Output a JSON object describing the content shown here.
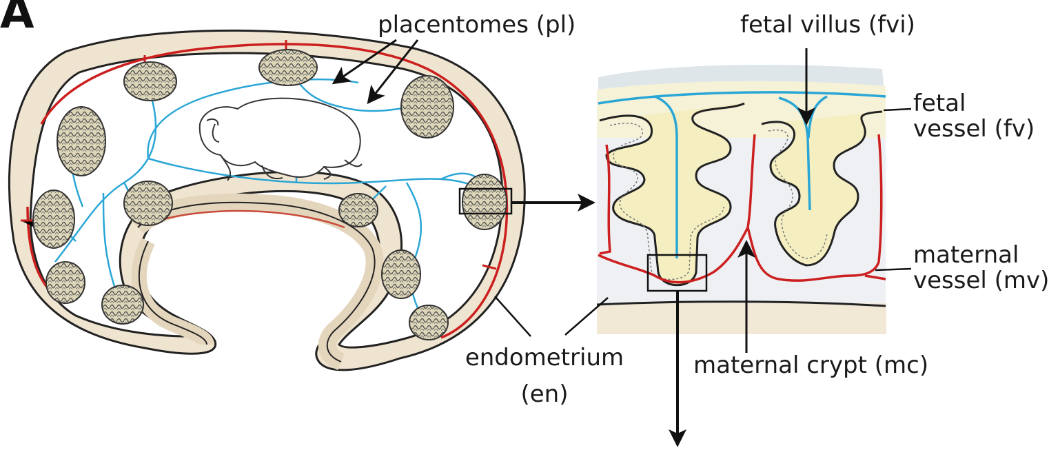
{
  "panel_label": "A",
  "labels": {
    "placentomes": "placentomes (pl)",
    "fetal_villus": "fetal villus (fvi)",
    "fetal_vessel_line1": "fetal",
    "fetal_vessel_line2": "vessel (fv)",
    "maternal_vessel_line1": "maternal",
    "maternal_vessel_line2": "vessel (mv)",
    "endometrium_line1": "endometrium",
    "endometrium_line2": "(en)",
    "maternal_crypt": "maternal crypt (mc)"
  },
  "colors": {
    "maternal_vessel": "#cc1f1f",
    "fetal_vessel": "#2aa6d6",
    "endometrium": "#efe4cf",
    "villus": "#f4eec0",
    "outline": "#222222",
    "lower_band": "#f1e8d6",
    "upper_band": "#c9d6dc"
  },
  "icons": [
    "fetus-icon",
    "placentome-icon",
    "arrow-icon"
  ]
}
